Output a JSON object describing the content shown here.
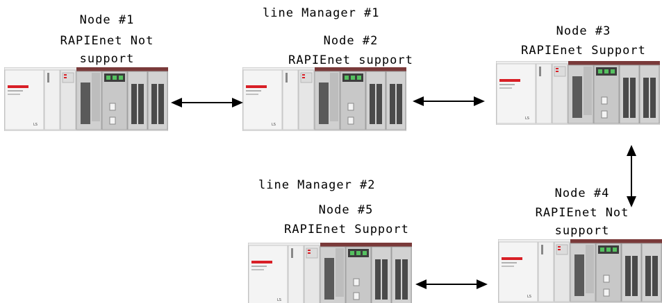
{
  "managers": [
    {
      "text": "line Manager #1"
    },
    {
      "text": "line Manager #2"
    }
  ],
  "nodes": [
    {
      "title": "Node #1",
      "line1": "RAPIEnet Not",
      "line2": "support"
    },
    {
      "title": "Node #2",
      "line1": "RAPIEnet support",
      "line2": ""
    },
    {
      "title": "Node #3",
      "line1": "RAPIEnet Support",
      "line2": ""
    },
    {
      "title": "Node #4",
      "line1": "RAPIEnet Not",
      "line2": "support"
    },
    {
      "title": "Node #5",
      "line1": "RAPIEnet Support",
      "line2": ""
    }
  ],
  "plc": {
    "brand": "LS"
  },
  "colors": {
    "accent_red": "#d81f26",
    "led_green": "#55c060",
    "top_bar": "#7a3a3a"
  }
}
